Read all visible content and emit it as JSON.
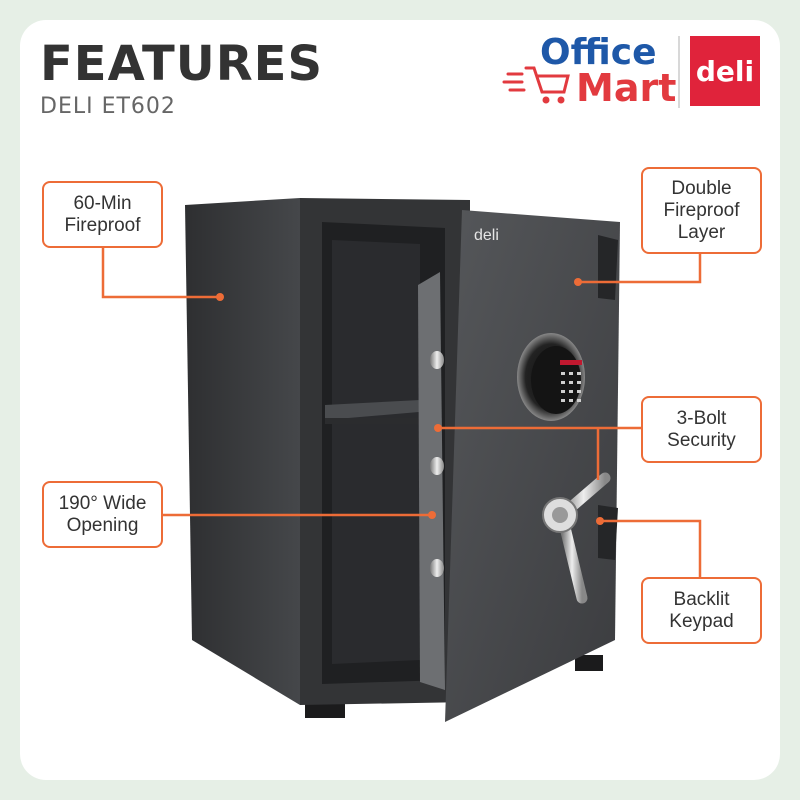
{
  "header": {
    "title": "FEATURES",
    "subtitle": "DELI ET602"
  },
  "logos": {
    "officemart_line1": "Office",
    "officemart_line2": "Mart",
    "deli_badge": "deli",
    "door_brand": "deli"
  },
  "callouts": {
    "fireproof_60": [
      "60-Min",
      "Fireproof"
    ],
    "double_layer": [
      "Double",
      "Fireproof",
      "Layer"
    ],
    "bolt_security": [
      "3-Bolt",
      "Security"
    ],
    "wide_opening": [
      "190° Wide",
      "Opening"
    ],
    "backlit_keypad": [
      "Backlit",
      "Keypad"
    ]
  },
  "colors": {
    "accent": "#ed6c37",
    "brand_red": "#e0233b",
    "brand_blue": "#1e58a8",
    "background": "#e6efe6",
    "safe_body": "#3a3b3d"
  },
  "icons": [
    "shopping-cart-icon",
    "keypad-icon",
    "handle-icon"
  ]
}
